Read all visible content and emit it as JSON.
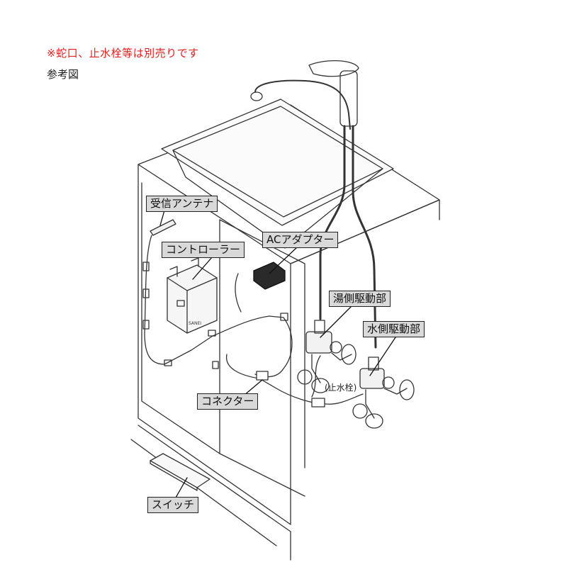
{
  "header": {
    "note": "※蛇口、止水栓等は別売りです",
    "subtitle": "参考図"
  },
  "labels": {
    "antenna": "受信アンテナ",
    "controller": "コントローラー",
    "ac_adapter": "ACアダプター",
    "hot_drive": "湯側駆動部",
    "cold_drive": "水側駆動部",
    "connector": "コネクター",
    "stop_valve": "(止水栓)",
    "switch": "スイッチ",
    "brand": "SANEI"
  }
}
